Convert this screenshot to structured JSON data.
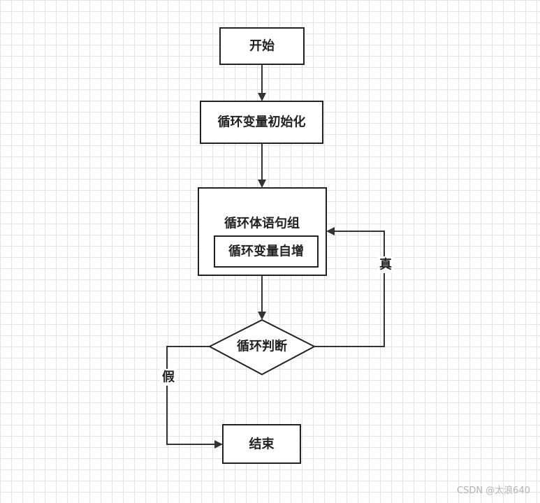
{
  "diagram": {
    "nodes": {
      "start": "开始",
      "init": "循环变量初始化",
      "body": "循环体语句组",
      "increment": "循环变量自增",
      "condition": "循环判断",
      "end": "结束"
    },
    "edges": {
      "true_label": "真",
      "false_label": "假"
    }
  },
  "watermark": "CSDN @太浪640"
}
